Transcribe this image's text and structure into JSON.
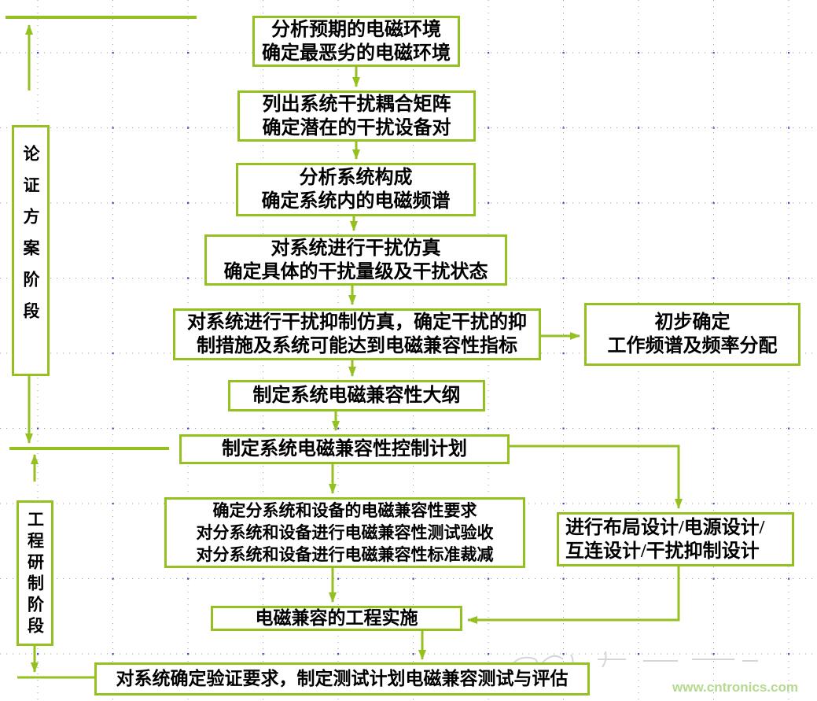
{
  "stages": {
    "demonstration": {
      "label": "论证方案阶段"
    },
    "engineering": {
      "label": "工程研制阶段"
    }
  },
  "boxes": {
    "analyze_env": {
      "lines": [
        "分析预期的电磁环境",
        "确定最恶劣的电磁环境"
      ]
    },
    "coupling_matrix": {
      "lines": [
        "列出系统干扰耦合矩阵",
        "确定潜在的干扰设备对"
      ]
    },
    "system_composition": {
      "lines": [
        "分析系统构成",
        "确定系统内的电磁频谱"
      ]
    },
    "interference_sim": {
      "lines": [
        "对系统进行干扰仿真",
        "确定具体的干扰量级及干扰状态"
      ]
    },
    "suppression_sim": {
      "lines": [
        "对系统进行干扰抑制仿真，确定干扰的抑",
        "制措施及系统可能达到电磁兼容性指标"
      ]
    },
    "preliminary_freq": {
      "lines": [
        "初步确定",
        "工作频谱及频率分配"
      ]
    },
    "emc_outline": {
      "lines": [
        "制定系统电磁兼容性大纲"
      ]
    },
    "emc_control_plan": {
      "lines": [
        "制定系统电磁兼容性控制计划"
      ]
    },
    "subsystem_reqs": {
      "lines": [
        "确定分系统和设备的电磁兼容性要求",
        "对分系统和设备进行电磁兼容性测试验收",
        "对分系统和设备进行电磁兼容性标准裁减"
      ]
    },
    "layout_design": {
      "lines": [
        "进行布局设计/电源设计/",
        "互连设计/干扰抑制设计"
      ]
    },
    "emc_implementation": {
      "lines": [
        "电磁兼容的工程实施"
      ]
    },
    "verification": {
      "lines": [
        "对系统确定验证要求，制定测试计划电磁兼容测试与评估"
      ]
    }
  },
  "watermark": {
    "site": "www.cntronics.com"
  },
  "colors": {
    "line_green": "#94c120",
    "text": "#000000",
    "watermark_green": "#b5d98e",
    "grid_dot": "#8a8a8a",
    "grid_intersection": "#4a4ac8"
  }
}
